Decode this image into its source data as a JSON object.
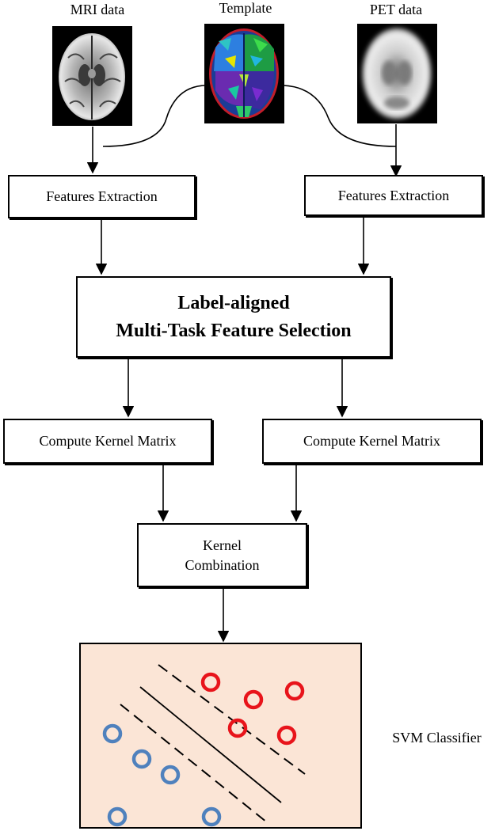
{
  "inputs": {
    "mri_label": "MRI data",
    "template_label": "Template",
    "pet_label": "PET data"
  },
  "features_left": "Features Extraction",
  "features_right": "Features Extraction",
  "selection": {
    "line1": "Label-aligned",
    "line2": "Multi-Task Feature Selection"
  },
  "kernel_left": "Compute Kernel Matrix",
  "kernel_right": "Compute Kernel Matrix",
  "combination": {
    "line1": "Kernel",
    "line2": "Combination"
  },
  "svm_label": "SVM Classifier",
  "colors": {
    "class_positive": "#e8141b",
    "class_negative": "#4f81bd",
    "panel_fill": "#fbe5d6"
  }
}
